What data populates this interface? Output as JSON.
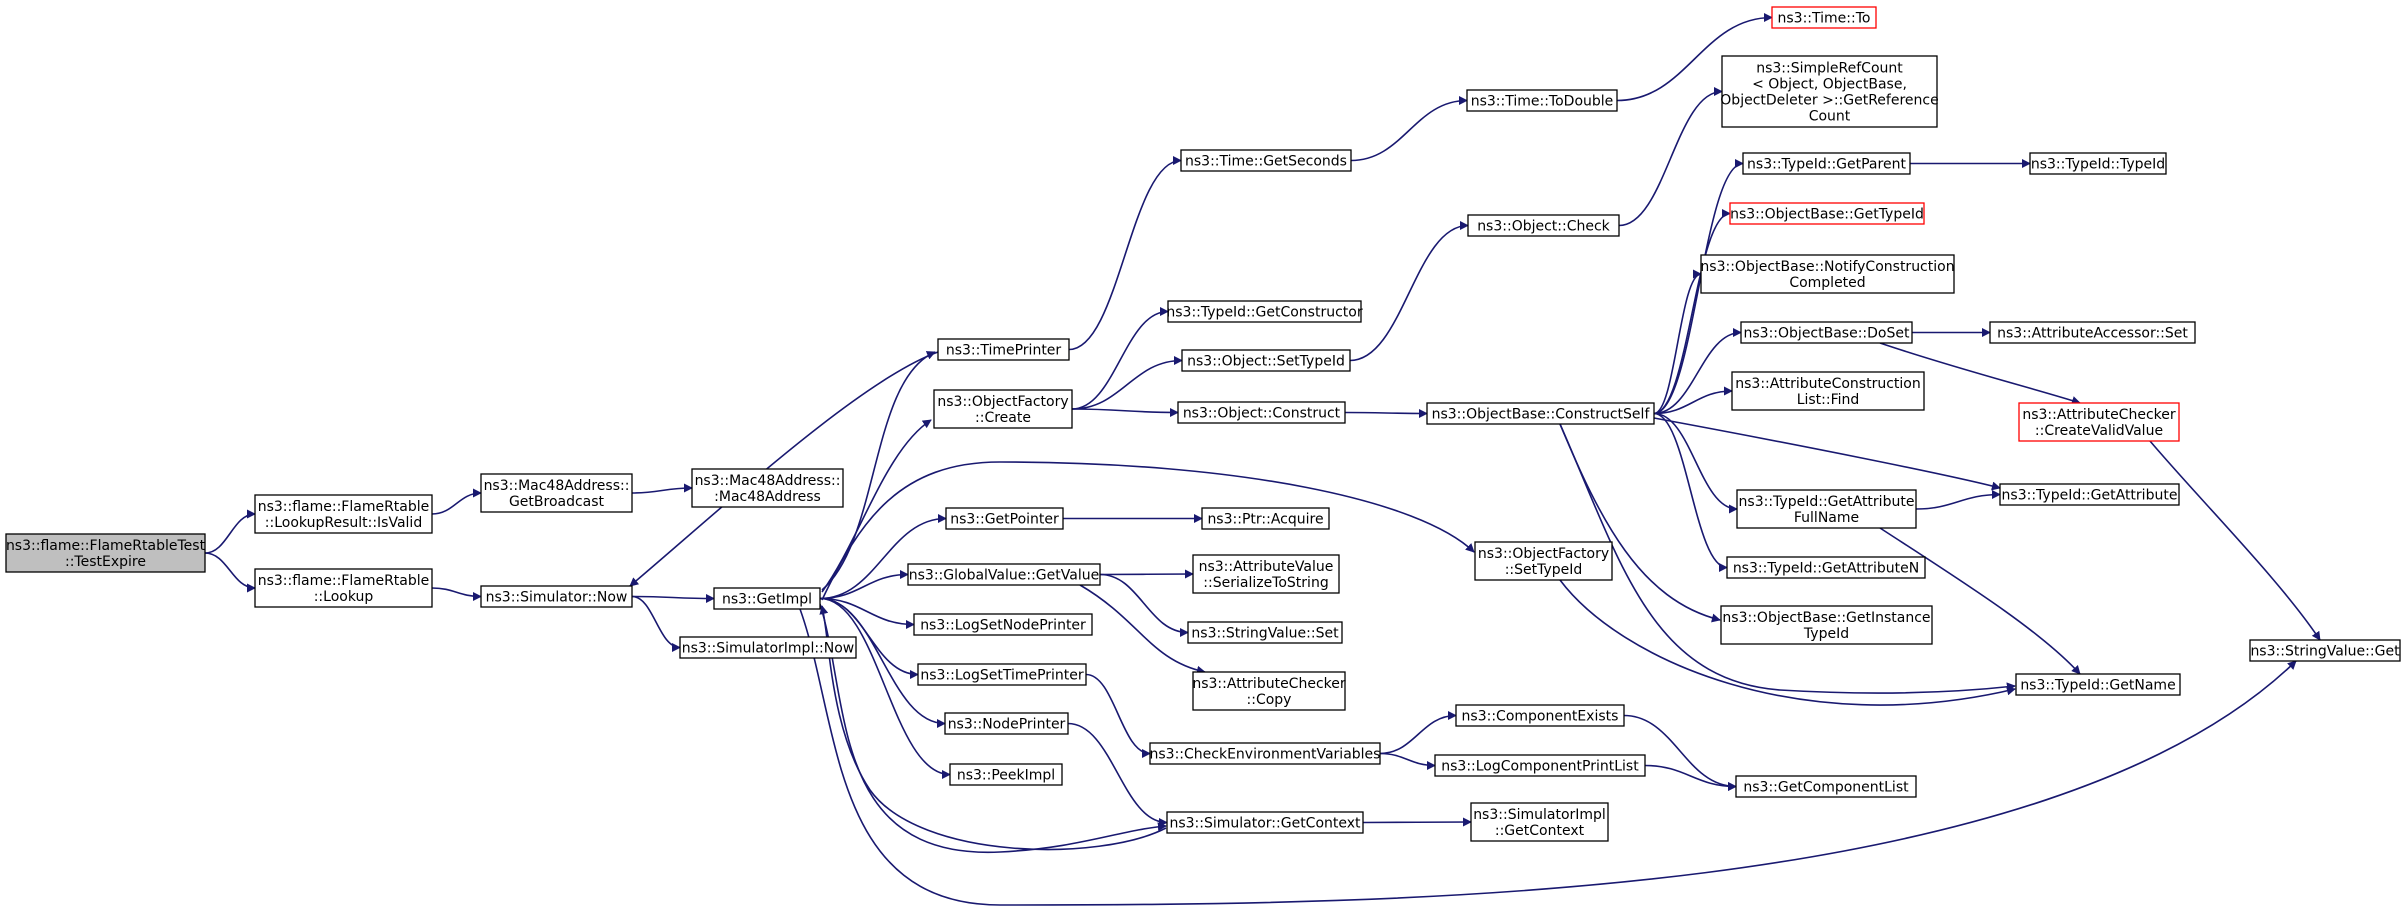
{
  "colors": {
    "edge": "#191970",
    "node_border": "#000000",
    "truncated_border": "#ff0000",
    "root_fill": "#bfbfbf",
    "background": "#ffffff"
  },
  "nodes": [
    {
      "id": "root",
      "lines": [
        "ns3::flame::FlameRtableTest",
        "::TestExpire"
      ],
      "style": "root"
    },
    {
      "id": "isvalid",
      "lines": [
        "ns3::flame::FlameRtable",
        "::LookupResult::IsValid"
      ]
    },
    {
      "id": "lookup",
      "lines": [
        "ns3::flame::FlameRtable",
        "::Lookup"
      ]
    },
    {
      "id": "getbroadcast",
      "lines": [
        "ns3::Mac48Address::",
        "GetBroadcast"
      ]
    },
    {
      "id": "mac48",
      "lines": [
        "ns3::Mac48Address::",
        ":Mac48Address"
      ]
    },
    {
      "id": "simnow",
      "lines": [
        "ns3::Simulator::Now"
      ]
    },
    {
      "id": "simimplnow",
      "lines": [
        "ns3::SimulatorImpl::Now"
      ]
    },
    {
      "id": "getimpl",
      "lines": [
        "ns3::GetImpl"
      ]
    },
    {
      "id": "timeprinter",
      "lines": [
        "ns3::TimePrinter"
      ]
    },
    {
      "id": "ofcreate",
      "lines": [
        "ns3::ObjectFactory",
        "::Create"
      ]
    },
    {
      "id": "getpointer",
      "lines": [
        "ns3::GetPointer"
      ]
    },
    {
      "id": "gvgetvalue",
      "lines": [
        "ns3::GlobalValue::GetValue"
      ]
    },
    {
      "id": "logsetnode",
      "lines": [
        "ns3::LogSetNodePrinter"
      ]
    },
    {
      "id": "logsettime",
      "lines": [
        "ns3::LogSetTimePrinter"
      ]
    },
    {
      "id": "nodeprinter",
      "lines": [
        "ns3::NodePrinter"
      ]
    },
    {
      "id": "peekimpl",
      "lines": [
        "ns3::PeekImpl"
      ]
    },
    {
      "id": "getseconds",
      "lines": [
        "ns3::Time::GetSeconds"
      ]
    },
    {
      "id": "todouble",
      "lines": [
        "ns3::Time::ToDouble"
      ]
    },
    {
      "id": "timeto",
      "lines": [
        "ns3::Time::To"
      ],
      "style": "truncated"
    },
    {
      "id": "getconstructor",
      "lines": [
        "ns3::TypeId::GetConstructor"
      ]
    },
    {
      "id": "objsettypeid",
      "lines": [
        "ns3::Object::SetTypeId"
      ]
    },
    {
      "id": "objconstruct",
      "lines": [
        "ns3::Object::Construct"
      ]
    },
    {
      "id": "ptracquire",
      "lines": [
        "ns3::Ptr::Acquire"
      ]
    },
    {
      "id": "avserialize",
      "lines": [
        "ns3::AttributeValue",
        "::SerializeToString"
      ]
    },
    {
      "id": "svset",
      "lines": [
        "ns3::StringValue::Set"
      ]
    },
    {
      "id": "accopy",
      "lines": [
        "ns3::AttributeChecker",
        "::Copy"
      ]
    },
    {
      "id": "checkenv",
      "lines": [
        "ns3::CheckEnvironmentVariables"
      ]
    },
    {
      "id": "simgetcontext",
      "lines": [
        "ns3::Simulator::GetContext"
      ]
    },
    {
      "id": "objcheck",
      "lines": [
        "ns3::Object::Check"
      ]
    },
    {
      "id": "srcgetref",
      "lines": [
        "ns3::SimpleRefCount",
        "< Object, ObjectBase,",
        "ObjectDeleter >::GetReference",
        "Count"
      ]
    },
    {
      "id": "constructself",
      "lines": [
        "ns3::ObjectBase::ConstructSelf"
      ]
    },
    {
      "id": "ofsettypeid",
      "lines": [
        "ns3::ObjectFactory",
        "::SetTypeId"
      ]
    },
    {
      "id": "compexists",
      "lines": [
        "ns3::ComponentExists"
      ]
    },
    {
      "id": "logcompprint",
      "lines": [
        "ns3::LogComponentPrintList"
      ]
    },
    {
      "id": "simimplgetcontext",
      "lines": [
        "ns3::SimulatorImpl",
        "::GetContext"
      ]
    },
    {
      "id": "tigetparent",
      "lines": [
        "ns3::TypeId::GetParent"
      ]
    },
    {
      "id": "obgettypeid",
      "lines": [
        "ns3::ObjectBase::GetTypeId"
      ],
      "style": "truncated"
    },
    {
      "id": "obnotify",
      "lines": [
        "ns3::ObjectBase::NotifyConstruction",
        "Completed"
      ]
    },
    {
      "id": "obdoset",
      "lines": [
        "ns3::ObjectBase::DoSet"
      ]
    },
    {
      "id": "aclfind",
      "lines": [
        "ns3::AttributeConstruction",
        "List::Find"
      ]
    },
    {
      "id": "tigetattrfull",
      "lines": [
        "ns3::TypeId::GetAttribute",
        "FullName"
      ]
    },
    {
      "id": "tigetattrn",
      "lines": [
        "ns3::TypeId::GetAttributeN"
      ]
    },
    {
      "id": "obgetinstance",
      "lines": [
        "ns3::ObjectBase::GetInstance",
        "TypeId"
      ]
    },
    {
      "id": "getcomplist",
      "lines": [
        "ns3::GetComponentList"
      ]
    },
    {
      "id": "titypeid",
      "lines": [
        "ns3::TypeId::TypeId"
      ]
    },
    {
      "id": "aaset",
      "lines": [
        "ns3::AttributeAccessor::Set"
      ]
    },
    {
      "id": "accreatevalid",
      "lines": [
        "ns3::AttributeChecker",
        "::CreateValidValue"
      ],
      "style": "truncated"
    },
    {
      "id": "tigetattribute",
      "lines": [
        "ns3::TypeId::GetAttribute"
      ]
    },
    {
      "id": "tigetname",
      "lines": [
        "ns3::TypeId::GetName"
      ]
    },
    {
      "id": "svget",
      "lines": [
        "ns3::StringValue::Get"
      ]
    }
  ],
  "edges": [
    [
      "root",
      "isvalid"
    ],
    [
      "root",
      "lookup"
    ],
    [
      "isvalid",
      "getbroadcast"
    ],
    [
      "getbroadcast",
      "mac48"
    ],
    [
      "lookup",
      "simnow"
    ],
    [
      "simnow",
      "getimpl"
    ],
    [
      "simnow",
      "simimplnow"
    ],
    [
      "getimpl",
      "timeprinter"
    ],
    [
      "getimpl",
      "ofcreate"
    ],
    [
      "getimpl",
      "getpointer"
    ],
    [
      "getimpl",
      "gvgetvalue"
    ],
    [
      "getimpl",
      "logsetnode"
    ],
    [
      "getimpl",
      "logsettime"
    ],
    [
      "getimpl",
      "nodeprinter"
    ],
    [
      "getimpl",
      "peekimpl"
    ],
    [
      "getimpl",
      "simgetcontext"
    ],
    [
      "getimpl",
      "ofsettypeid"
    ],
    [
      "getimpl",
      "svget"
    ],
    [
      "timeprinter",
      "getseconds"
    ],
    [
      "timeprinter",
      "simnow"
    ],
    [
      "getseconds",
      "todouble"
    ],
    [
      "todouble",
      "timeto"
    ],
    [
      "ofcreate",
      "getconstructor"
    ],
    [
      "ofcreate",
      "objsettypeid"
    ],
    [
      "ofcreate",
      "objconstruct"
    ],
    [
      "objsettypeid",
      "objcheck"
    ],
    [
      "objcheck",
      "srcgetref"
    ],
    [
      "objconstruct",
      "constructself"
    ],
    [
      "getpointer",
      "ptracquire"
    ],
    [
      "gvgetvalue",
      "avserialize"
    ],
    [
      "gvgetvalue",
      "svset"
    ],
    [
      "gvgetvalue",
      "accopy"
    ],
    [
      "logsettime",
      "checkenv"
    ],
    [
      "nodeprinter",
      "simgetcontext"
    ],
    [
      "checkenv",
      "compexists"
    ],
    [
      "checkenv",
      "logcompprint"
    ],
    [
      "compexists",
      "getcomplist"
    ],
    [
      "logcompprint",
      "getcomplist"
    ],
    [
      "simgetcontext",
      "simimplgetcontext"
    ],
    [
      "simgetcontext",
      "getimpl"
    ],
    [
      "constructself",
      "tigetparent"
    ],
    [
      "constructself",
      "obgettypeid"
    ],
    [
      "constructself",
      "obnotify"
    ],
    [
      "constructself",
      "obdoset"
    ],
    [
      "constructself",
      "aclfind"
    ],
    [
      "constructself",
      "tigetattrfull"
    ],
    [
      "constructself",
      "tigetattrn"
    ],
    [
      "constructself",
      "obgetinstance"
    ],
    [
      "constructself",
      "tigetattribute"
    ],
    [
      "constructself",
      "tigetname"
    ],
    [
      "ofsettypeid",
      "tigetname"
    ],
    [
      "tigetparent",
      "titypeid"
    ],
    [
      "obdoset",
      "aaset"
    ],
    [
      "obdoset",
      "accreatevalid"
    ],
    [
      "accreatevalid",
      "svget"
    ],
    [
      "tigetattrfull",
      "tigetattribute"
    ],
    [
      "tigetattrfull",
      "tigetname"
    ]
  ]
}
